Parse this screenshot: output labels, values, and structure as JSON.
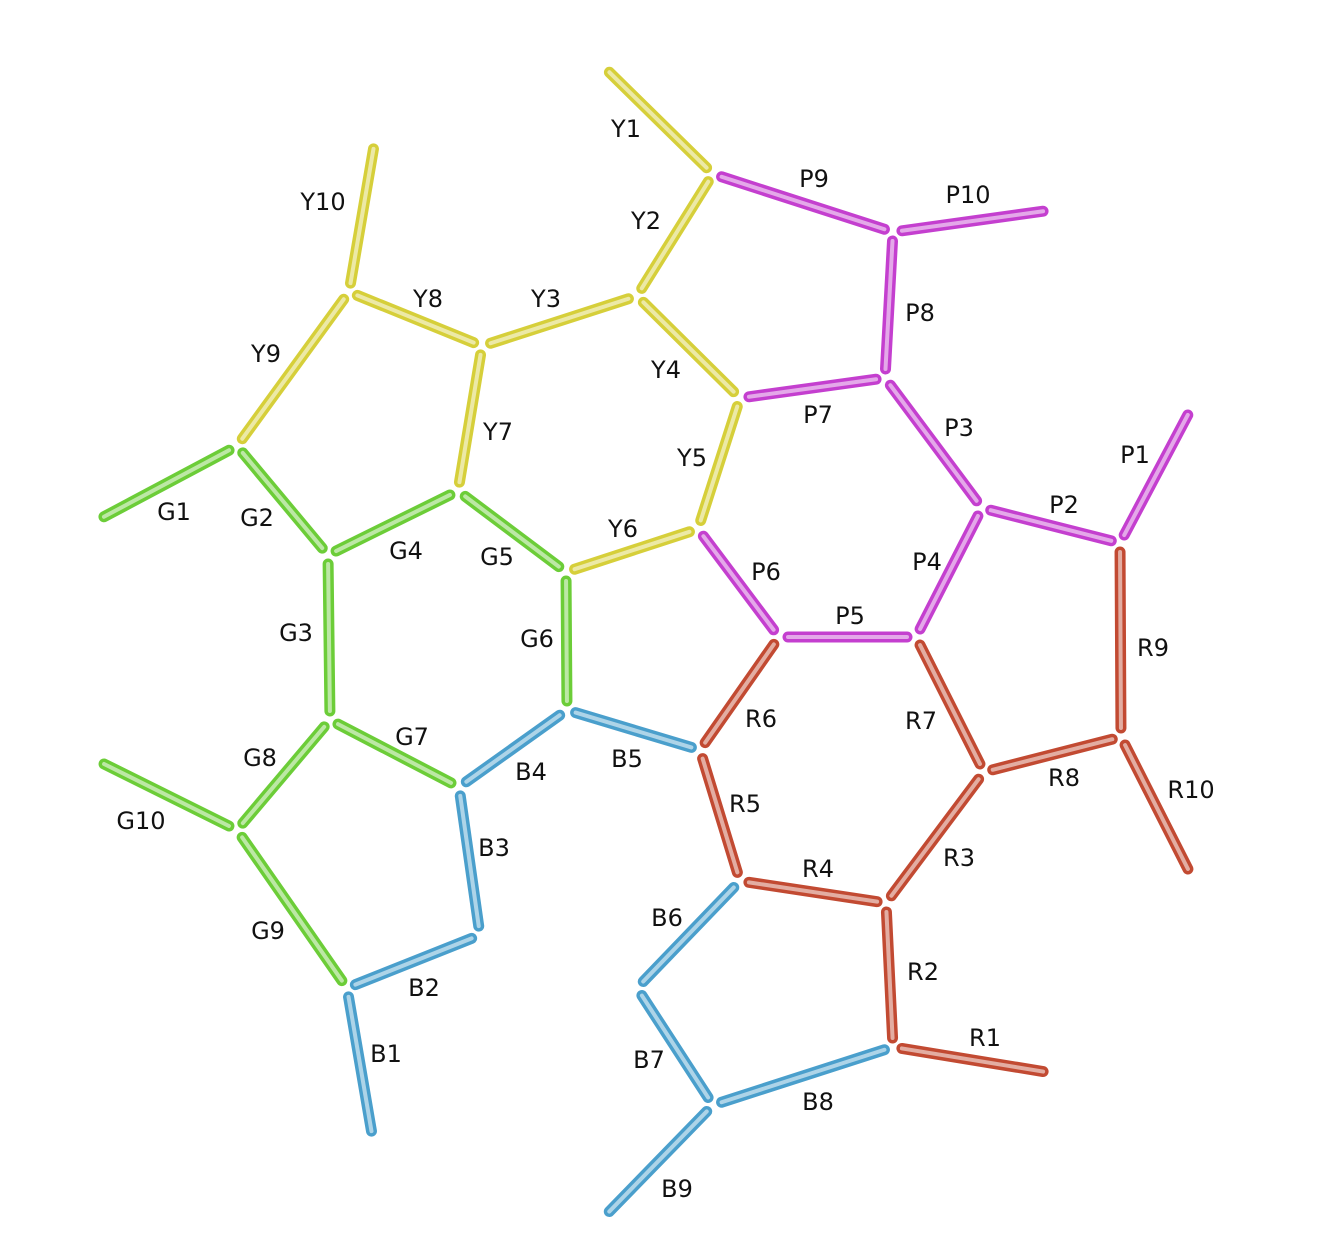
{
  "colors": {
    "yellow": "#d6cf3a",
    "purple": "#c43fcf",
    "green": "#6ccd38",
    "blue": "#4a9fcc",
    "red": "#c24a32"
  },
  "edges": [
    {
      "id": "Y1",
      "label": "Y1",
      "color": "yellow"
    },
    {
      "id": "Y2",
      "label": "Y2",
      "color": "yellow"
    },
    {
      "id": "Y3",
      "label": "Y3",
      "color": "yellow"
    },
    {
      "id": "Y4",
      "label": "Y4",
      "color": "yellow"
    },
    {
      "id": "Y5",
      "label": "Y5",
      "color": "yellow"
    },
    {
      "id": "Y6",
      "label": "Y6",
      "color": "yellow"
    },
    {
      "id": "Y7",
      "label": "Y7",
      "color": "yellow"
    },
    {
      "id": "Y8",
      "label": "Y8",
      "color": "yellow"
    },
    {
      "id": "Y9",
      "label": "Y9",
      "color": "yellow"
    },
    {
      "id": "Y10",
      "label": "Y10",
      "color": "yellow"
    },
    {
      "id": "P1",
      "label": "P1",
      "color": "purple"
    },
    {
      "id": "P2",
      "label": "P2",
      "color": "purple"
    },
    {
      "id": "P3",
      "label": "P3",
      "color": "purple"
    },
    {
      "id": "P4",
      "label": "P4",
      "color": "purple"
    },
    {
      "id": "P5",
      "label": "P5",
      "color": "purple"
    },
    {
      "id": "P6",
      "label": "P6",
      "color": "purple"
    },
    {
      "id": "P7",
      "label": "P7",
      "color": "purple"
    },
    {
      "id": "P8",
      "label": "P8",
      "color": "purple"
    },
    {
      "id": "P9",
      "label": "P9",
      "color": "purple"
    },
    {
      "id": "P10",
      "label": "P10",
      "color": "purple"
    },
    {
      "id": "G1",
      "label": "G1",
      "color": "green"
    },
    {
      "id": "G2",
      "label": "G2",
      "color": "green"
    },
    {
      "id": "G3",
      "label": "G3",
      "color": "green"
    },
    {
      "id": "G4",
      "label": "G4",
      "color": "green"
    },
    {
      "id": "G5",
      "label": "G5",
      "color": "green"
    },
    {
      "id": "G6",
      "label": "G6",
      "color": "green"
    },
    {
      "id": "G7",
      "label": "G7",
      "color": "green"
    },
    {
      "id": "G8",
      "label": "G8",
      "color": "green"
    },
    {
      "id": "G9",
      "label": "G9",
      "color": "green"
    },
    {
      "id": "G10",
      "label": "G10",
      "color": "green"
    },
    {
      "id": "B1",
      "label": "B1",
      "color": "blue"
    },
    {
      "id": "B2",
      "label": "B2",
      "color": "blue"
    },
    {
      "id": "B3",
      "label": "B3",
      "color": "blue"
    },
    {
      "id": "B4",
      "label": "B4",
      "color": "blue"
    },
    {
      "id": "B5",
      "label": "B5",
      "color": "blue"
    },
    {
      "id": "B6",
      "label": "B6",
      "color": "blue"
    },
    {
      "id": "B7",
      "label": "B7",
      "color": "blue"
    },
    {
      "id": "B8",
      "label": "B8",
      "color": "blue"
    },
    {
      "id": "B9",
      "label": "B9",
      "color": "blue"
    },
    {
      "id": "R1",
      "label": "R1",
      "color": "red"
    },
    {
      "id": "R2",
      "label": "R2",
      "color": "red"
    },
    {
      "id": "R3",
      "label": "R3",
      "color": "red"
    },
    {
      "id": "R4",
      "label": "R4",
      "color": "red"
    },
    {
      "id": "R5",
      "label": "R5",
      "color": "red"
    },
    {
      "id": "R6",
      "label": "R6",
      "color": "red"
    },
    {
      "id": "R7",
      "label": "R7",
      "color": "red"
    },
    {
      "id": "R8",
      "label": "R8",
      "color": "red"
    },
    {
      "id": "R9",
      "label": "R9",
      "color": "red"
    },
    {
      "id": "R10",
      "label": "R10",
      "color": "red"
    }
  ]
}
